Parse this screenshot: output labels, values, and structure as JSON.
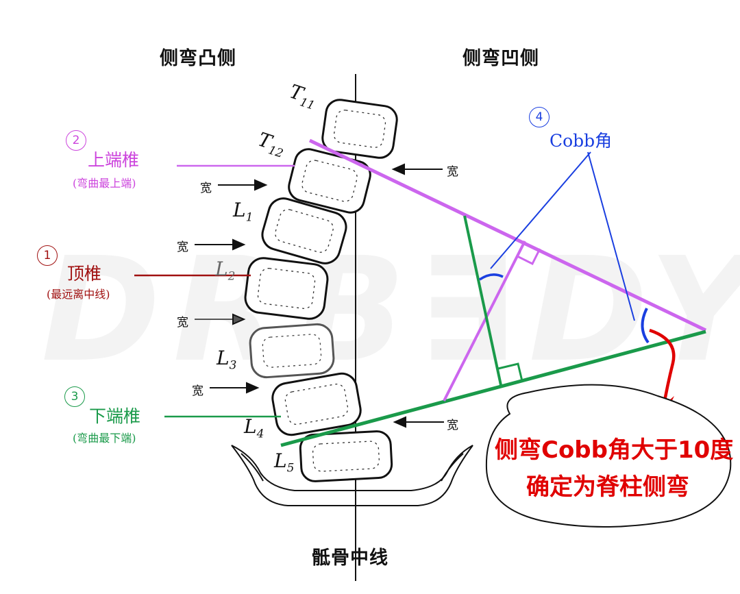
{
  "headers": {
    "convex_side": "侧弯凸侧",
    "concave_side": "侧弯凹侧",
    "sacral_midline": "骶骨中线"
  },
  "vertebrae": [
    {
      "id": "T11",
      "letter": "T",
      "sub": "11"
    },
    {
      "id": "T12",
      "letter": "T",
      "sub": "12"
    },
    {
      "id": "L1",
      "letter": "L",
      "sub": "1"
    },
    {
      "id": "L2",
      "letter": "L",
      "sub": "2"
    },
    {
      "id": "L3",
      "letter": "L",
      "sub": "3"
    },
    {
      "id": "L4",
      "letter": "L",
      "sub": "4"
    },
    {
      "id": "L5",
      "letter": "L",
      "sub": "5"
    }
  ],
  "wide_label": "宽",
  "callouts": {
    "upper": {
      "num": "2",
      "title": "上端椎",
      "sub": "(弯曲最上端)",
      "color": "#cc44dd"
    },
    "apex": {
      "num": "1",
      "title": "顶椎",
      "sub": "(最远离中线)",
      "color": "#a01010"
    },
    "lower": {
      "num": "3",
      "title": "下端椎",
      "sub": "(弯曲最下端)",
      "color": "#1a9a4a"
    },
    "cobb": {
      "num": "4",
      "title": "Cobb角",
      "color": "#1a3fe0"
    }
  },
  "note": {
    "line1": "侧弯Cobb角大于10度",
    "line2": "确定为脊柱侧弯",
    "color": "#e00000"
  },
  "watermark": "DRB∃DY",
  "colors": {
    "upper_line": "#cc66ee",
    "lower_line": "#1a9a4a",
    "cobb_blue": "#1a3fe0",
    "arrow_red": "#e00000"
  }
}
